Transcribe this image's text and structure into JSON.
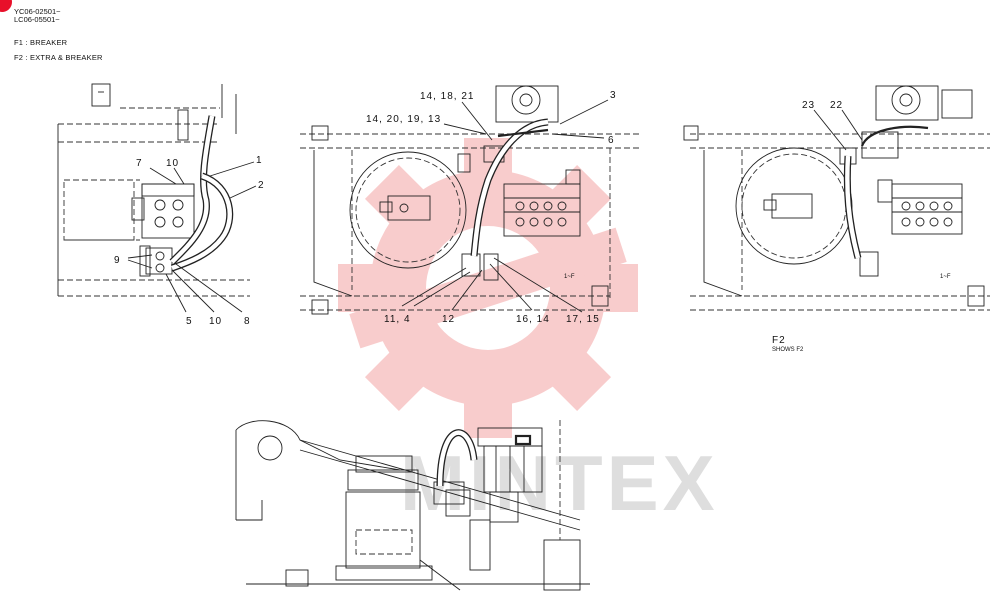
{
  "header": {
    "serial_line_1": "YC06-02501~",
    "serial_line_2": "LC06-05501~"
  },
  "legend": [
    {
      "key": "F1 :",
      "text": "BREAKER"
    },
    {
      "key": "F2 :",
      "text": "EXTRA & BREAKER"
    }
  ],
  "callouts_left": [
    "1",
    "2",
    "7",
    "10",
    "9",
    "5",
    "10",
    "8"
  ],
  "callouts_middle": [
    "14, 18, 21",
    "14, 20, 19, 13",
    "3",
    "6",
    "11, 4",
    "12",
    "16, 14",
    "17, 15"
  ],
  "callouts_right": [
    "23",
    "22"
  ],
  "view_label": {
    "title": "F2",
    "subtitle": "SHOWS F2"
  },
  "watermark": {
    "text": "MINTEX",
    "color": "#f4a3a3"
  }
}
